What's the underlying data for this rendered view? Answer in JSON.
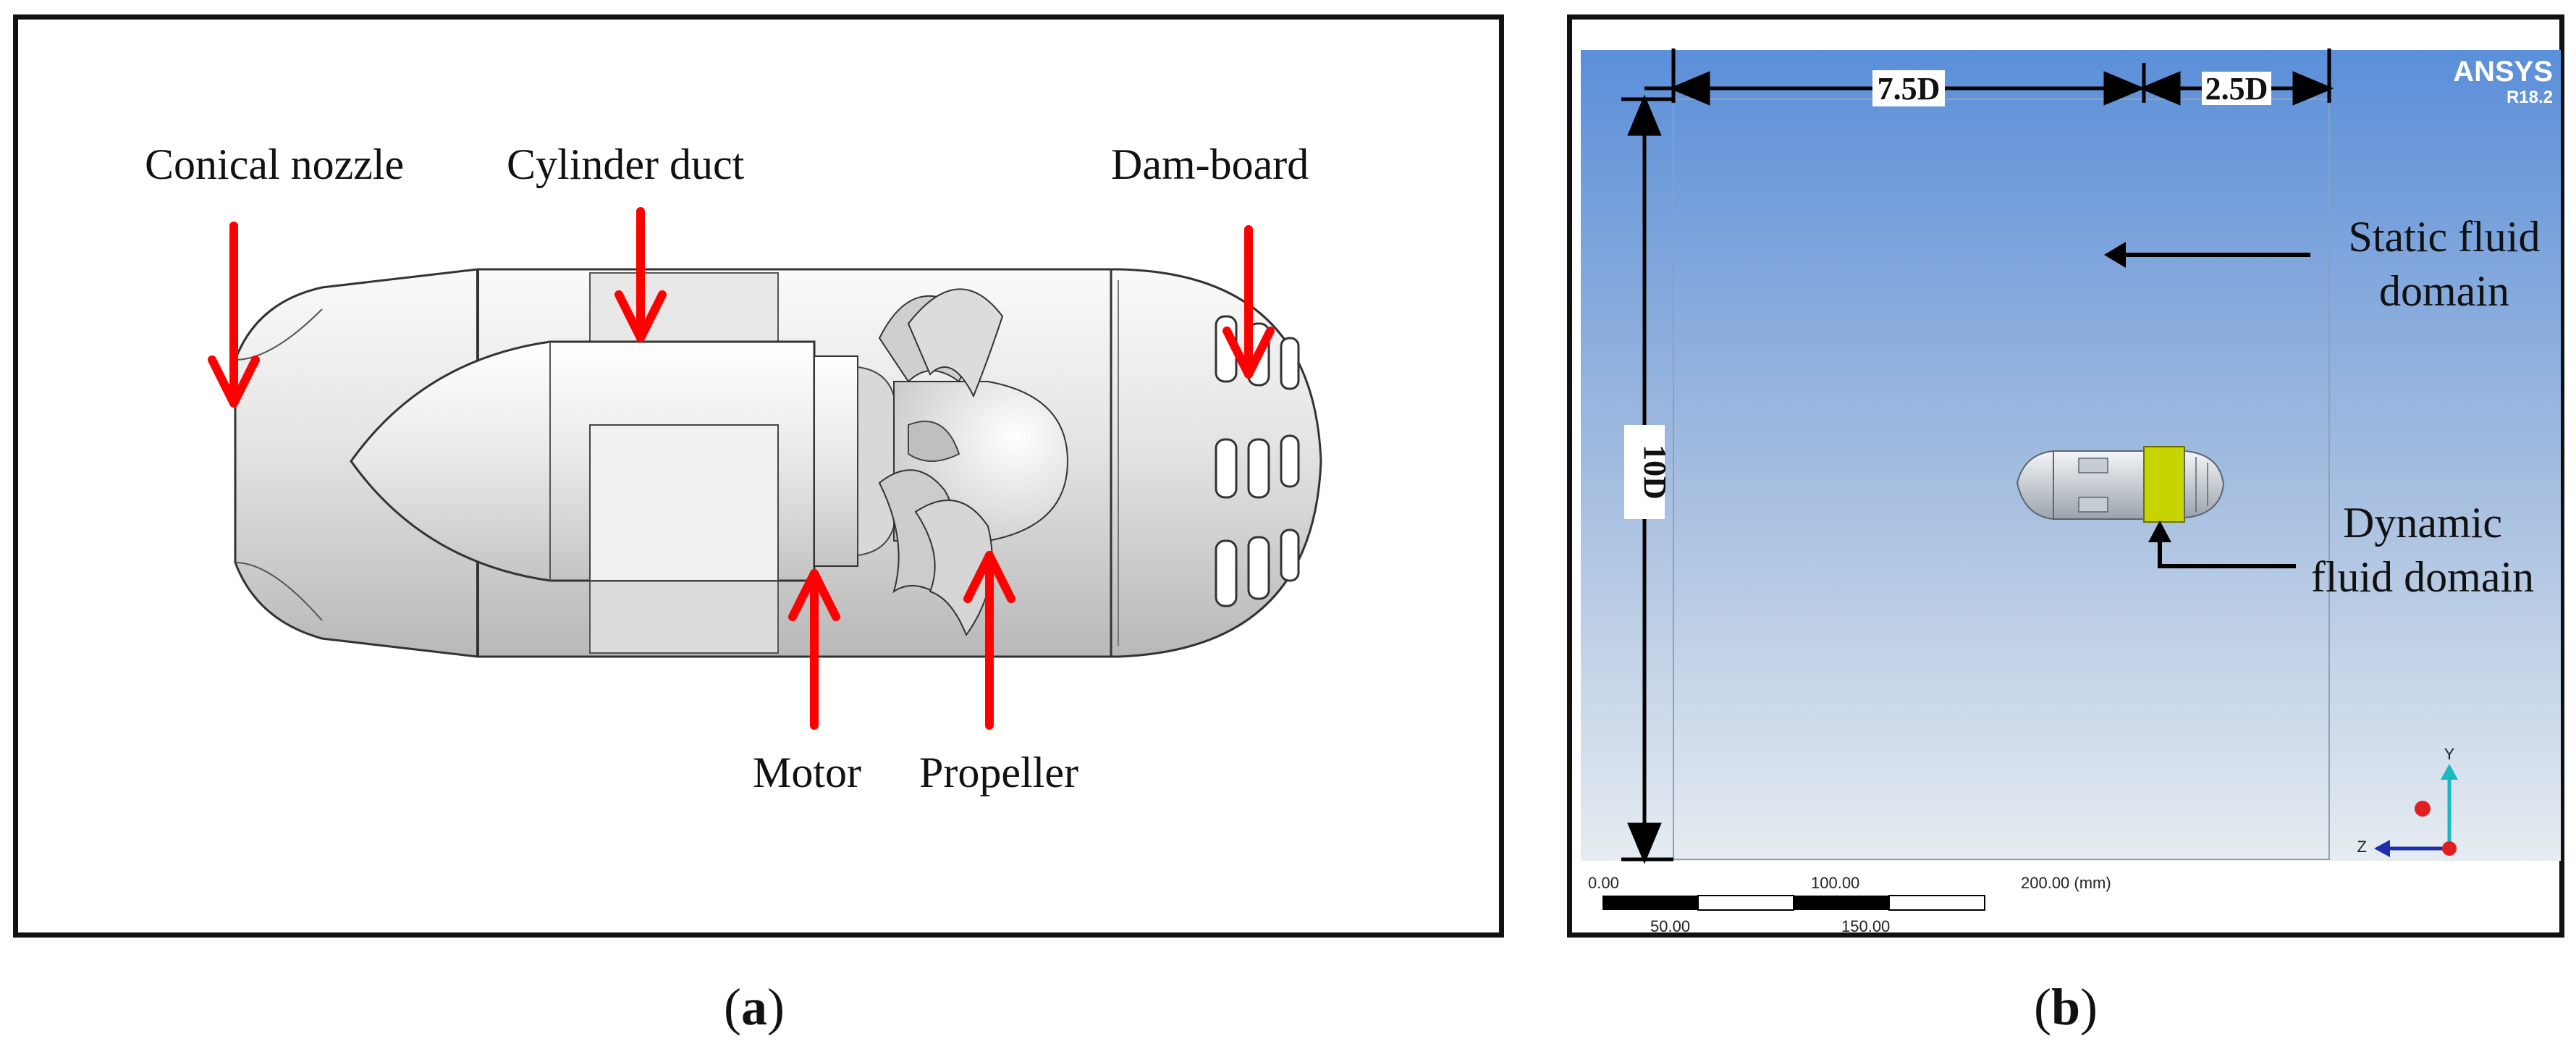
{
  "panel_a": {
    "caption_open": "(",
    "caption_letter": "a",
    "caption_close": ")",
    "labels": {
      "conical_nozzle": "Conical nozzle",
      "cylinder_duct": "Cylinder duct",
      "dam_board": "Dam-board",
      "motor": "Motor",
      "propeller": "Propeller"
    },
    "arrow_color": "#ff0000"
  },
  "panel_b": {
    "caption_open": "(",
    "caption_letter": "b",
    "caption_close": ")",
    "ansys_brand": "ANSYS",
    "ansys_version": "R18.2",
    "dim_left": "7.5D",
    "dim_right": "2.5D",
    "dim_height": "10D",
    "static_label_line1": "Static fluid",
    "static_label_line2": "domain",
    "dynamic_label_line1": "Dynamic",
    "dynamic_label_line2": "fluid domain",
    "scale_top": [
      "0.00",
      "100.00",
      "200.00 (mm)"
    ],
    "scale_bottom": [
      "50.00",
      "150.00"
    ],
    "axis_y": "Y",
    "axis_z": "Z",
    "dynamic_domain_color": "#c8d400",
    "background_top_color": "#5b8fd9",
    "background_bottom_color": "#e6ecf1"
  }
}
